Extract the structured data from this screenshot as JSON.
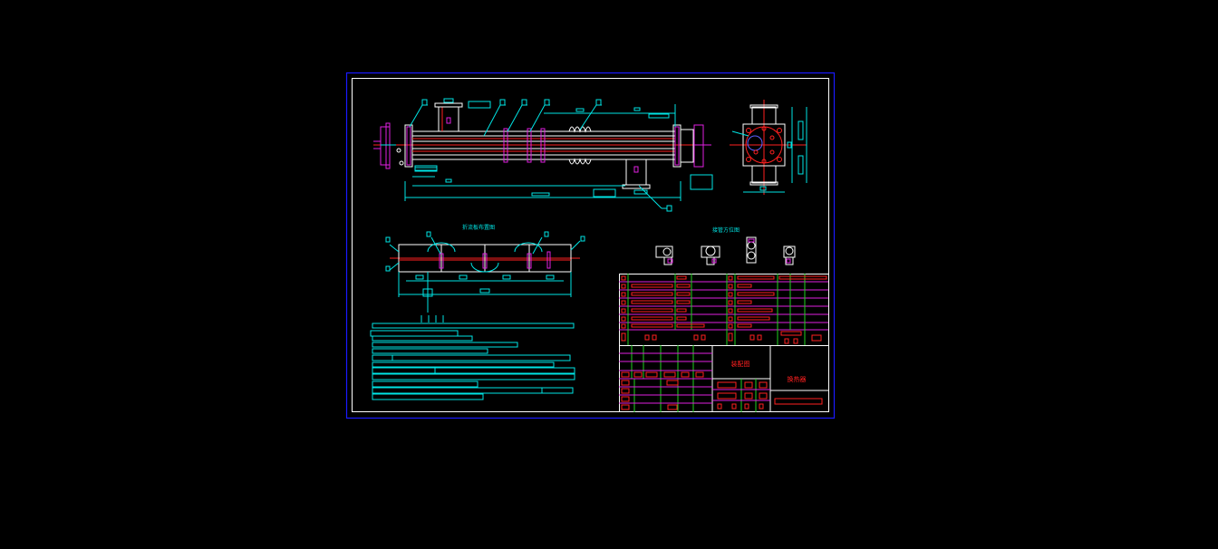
{
  "drawing": {
    "background": "#000000",
    "colors": {
      "border_outer": "#1a1aff",
      "border_inner": "#ffffff",
      "cyan": "#00e5e5",
      "red": "#ff2020",
      "magenta": "#e020e0",
      "green": "#20d020",
      "white": "#ffffff"
    },
    "section_title_left": "折流板布置图",
    "section_title_right": "接管方位图",
    "title_block": {
      "drawing_name": "装配图",
      "school_name": "换热器"
    }
  }
}
